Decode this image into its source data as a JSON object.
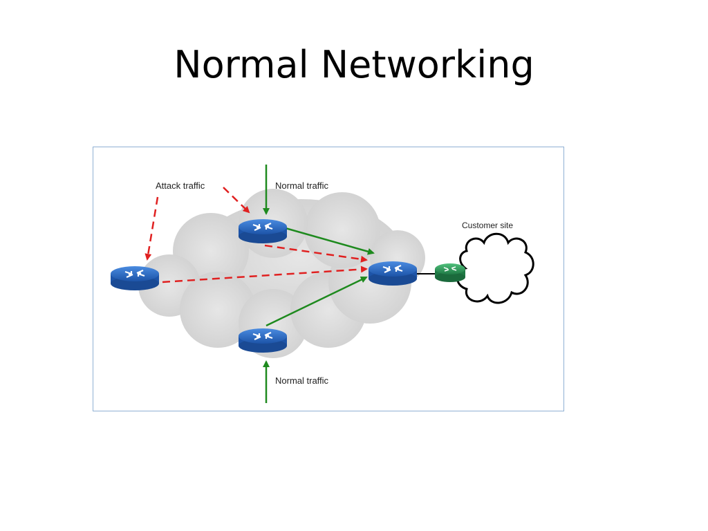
{
  "slide": {
    "title": "Normal Networking"
  },
  "diagram": {
    "labels": {
      "attack_traffic": "Attack traffic",
      "normal_traffic_top": "Normal traffic",
      "normal_traffic_bottom": "Normal traffic",
      "customer_site": "Customer site"
    },
    "nodes": [
      {
        "id": "router-top",
        "kind": "router",
        "color": "#2a6cc4"
      },
      {
        "id": "router-left",
        "kind": "router",
        "color": "#2a6cc4"
      },
      {
        "id": "router-bottom",
        "kind": "router",
        "color": "#2a6cc4"
      },
      {
        "id": "router-edge",
        "kind": "router",
        "color": "#2a6cc4"
      },
      {
        "id": "router-customer",
        "kind": "router",
        "color": "#2e9e5a"
      }
    ],
    "colors": {
      "attack": "#e02020",
      "normal": "#1e8a1e",
      "cloud": "#d0d0d0",
      "border": "#8fb0d3"
    }
  }
}
